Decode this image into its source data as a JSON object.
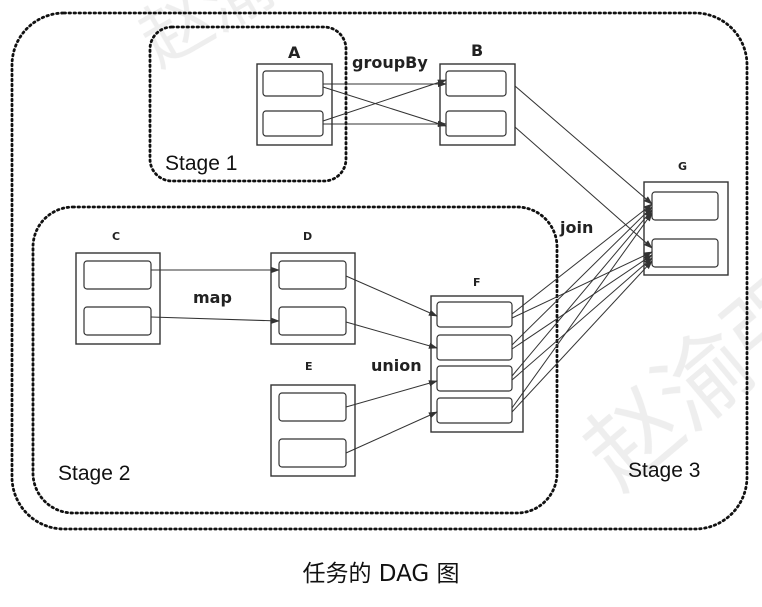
{
  "stages": {
    "stage1": "Stage 1",
    "stage2": "Stage 2",
    "stage3": "Stage 3"
  },
  "rdds": {
    "A": "A",
    "B": "B",
    "C": "C",
    "D": "D",
    "E": "E",
    "F": "F",
    "G": "G"
  },
  "operations": {
    "groupBy": "groupBy",
    "map": "map",
    "union": "union",
    "join": "join"
  },
  "caption": "任务的 DAG 图",
  "watermark": "赵渝强",
  "colors": {
    "line": "#333333",
    "border": "#111111"
  }
}
